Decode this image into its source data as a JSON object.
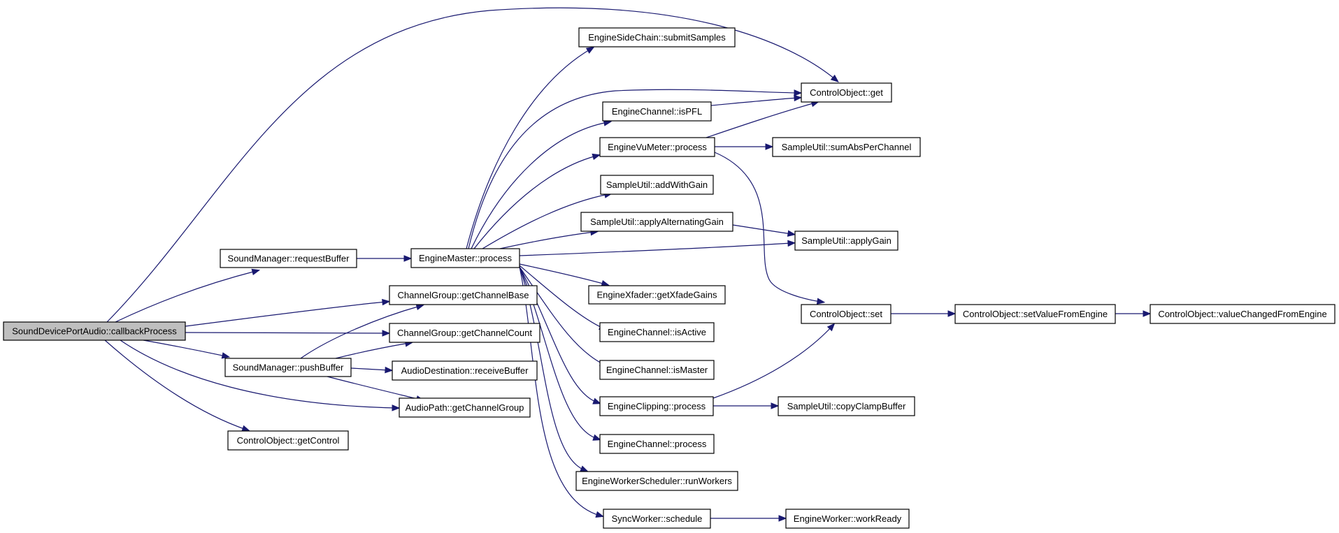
{
  "diagram": {
    "type": "call-graph",
    "edge_color": "#191970",
    "root_fill": "#bfbfbf",
    "nodes": [
      {
        "id": "n_root",
        "label": "SoundDevicePortAudio::callbackProcess"
      },
      {
        "id": "n_reqbuf",
        "label": "SoundManager::requestBuffer"
      },
      {
        "id": "n_pushbuf",
        "label": "SoundManager::pushBuffer"
      },
      {
        "id": "n_getctrl",
        "label": "ControlObject::getControl"
      },
      {
        "id": "n_chbase",
        "label": "ChannelGroup::getChannelBase"
      },
      {
        "id": "n_chcount",
        "label": "ChannelGroup::getChannelCount"
      },
      {
        "id": "n_recvbuf",
        "label": "AudioDestination::receiveBuffer"
      },
      {
        "id": "n_getchgrp",
        "label": "AudioPath::getChannelGroup"
      },
      {
        "id": "n_emproc",
        "label": "EngineMaster::process"
      },
      {
        "id": "n_sidechain",
        "label": "EngineSideChain::submitSamples"
      },
      {
        "id": "n_ispfl",
        "label": "EngineChannel::isPFL"
      },
      {
        "id": "n_vumeter",
        "label": "EngineVuMeter::process"
      },
      {
        "id": "n_addgain",
        "label": "SampleUtil::addWithGain"
      },
      {
        "id": "n_altgain",
        "label": "SampleUtil::applyAlternatingGain"
      },
      {
        "id": "n_xfade",
        "label": "EngineXfader::getXfadeGains"
      },
      {
        "id": "n_isactive",
        "label": "EngineChannel::isActive"
      },
      {
        "id": "n_ismaster",
        "label": "EngineChannel::isMaster"
      },
      {
        "id": "n_clipping",
        "label": "EngineClipping::process"
      },
      {
        "id": "n_chproc",
        "label": "EngineChannel::process"
      },
      {
        "id": "n_runworkers",
        "label": "EngineWorkerScheduler::runWorkers"
      },
      {
        "id": "n_schedule",
        "label": "SyncWorker::schedule"
      },
      {
        "id": "n_coget",
        "label": "ControlObject::get"
      },
      {
        "id": "n_sumabs",
        "label": "SampleUtil::sumAbsPerChannel"
      },
      {
        "id": "n_applygain",
        "label": "SampleUtil::applyGain"
      },
      {
        "id": "n_coset",
        "label": "ControlObject::set"
      },
      {
        "id": "n_copyclamp",
        "label": "SampleUtil::copyClampBuffer"
      },
      {
        "id": "n_workready",
        "label": "EngineWorker::workReady"
      },
      {
        "id": "n_setvalue",
        "label": "ControlObject::setValueFromEngine"
      },
      {
        "id": "n_valchanged",
        "label": "ControlObject::valueChangedFromEngine"
      }
    ],
    "edges": [
      {
        "from": "n_root",
        "to": "n_coget"
      },
      {
        "from": "n_root",
        "to": "n_reqbuf"
      },
      {
        "from": "n_root",
        "to": "n_chbase"
      },
      {
        "from": "n_root",
        "to": "n_chcount"
      },
      {
        "from": "n_root",
        "to": "n_pushbuf"
      },
      {
        "from": "n_root",
        "to": "n_getchgrp"
      },
      {
        "from": "n_root",
        "to": "n_getctrl"
      },
      {
        "from": "n_reqbuf",
        "to": "n_emproc"
      },
      {
        "from": "n_pushbuf",
        "to": "n_chbase"
      },
      {
        "from": "n_pushbuf",
        "to": "n_chcount"
      },
      {
        "from": "n_pushbuf",
        "to": "n_recvbuf"
      },
      {
        "from": "n_pushbuf",
        "to": "n_getchgrp"
      },
      {
        "from": "n_emproc",
        "to": "n_sidechain"
      },
      {
        "from": "n_emproc",
        "to": "n_coget"
      },
      {
        "from": "n_emproc",
        "to": "n_ispfl"
      },
      {
        "from": "n_emproc",
        "to": "n_vumeter"
      },
      {
        "from": "n_emproc",
        "to": "n_addgain"
      },
      {
        "from": "n_emproc",
        "to": "n_altgain"
      },
      {
        "from": "n_emproc",
        "to": "n_applygain"
      },
      {
        "from": "n_emproc",
        "to": "n_xfade"
      },
      {
        "from": "n_emproc",
        "to": "n_isactive"
      },
      {
        "from": "n_emproc",
        "to": "n_ismaster"
      },
      {
        "from": "n_emproc",
        "to": "n_clipping"
      },
      {
        "from": "n_emproc",
        "to": "n_chproc"
      },
      {
        "from": "n_emproc",
        "to": "n_runworkers"
      },
      {
        "from": "n_emproc",
        "to": "n_schedule"
      },
      {
        "from": "n_ispfl",
        "to": "n_coget"
      },
      {
        "from": "n_vumeter",
        "to": "n_coget"
      },
      {
        "from": "n_vumeter",
        "to": "n_sumabs"
      },
      {
        "from": "n_vumeter",
        "to": "n_coset"
      },
      {
        "from": "n_altgain",
        "to": "n_applygain"
      },
      {
        "from": "n_clipping",
        "to": "n_coset"
      },
      {
        "from": "n_clipping",
        "to": "n_copyclamp"
      },
      {
        "from": "n_schedule",
        "to": "n_workready"
      },
      {
        "from": "n_coset",
        "to": "n_setvalue"
      },
      {
        "from": "n_setvalue",
        "to": "n_valchanged"
      }
    ]
  }
}
